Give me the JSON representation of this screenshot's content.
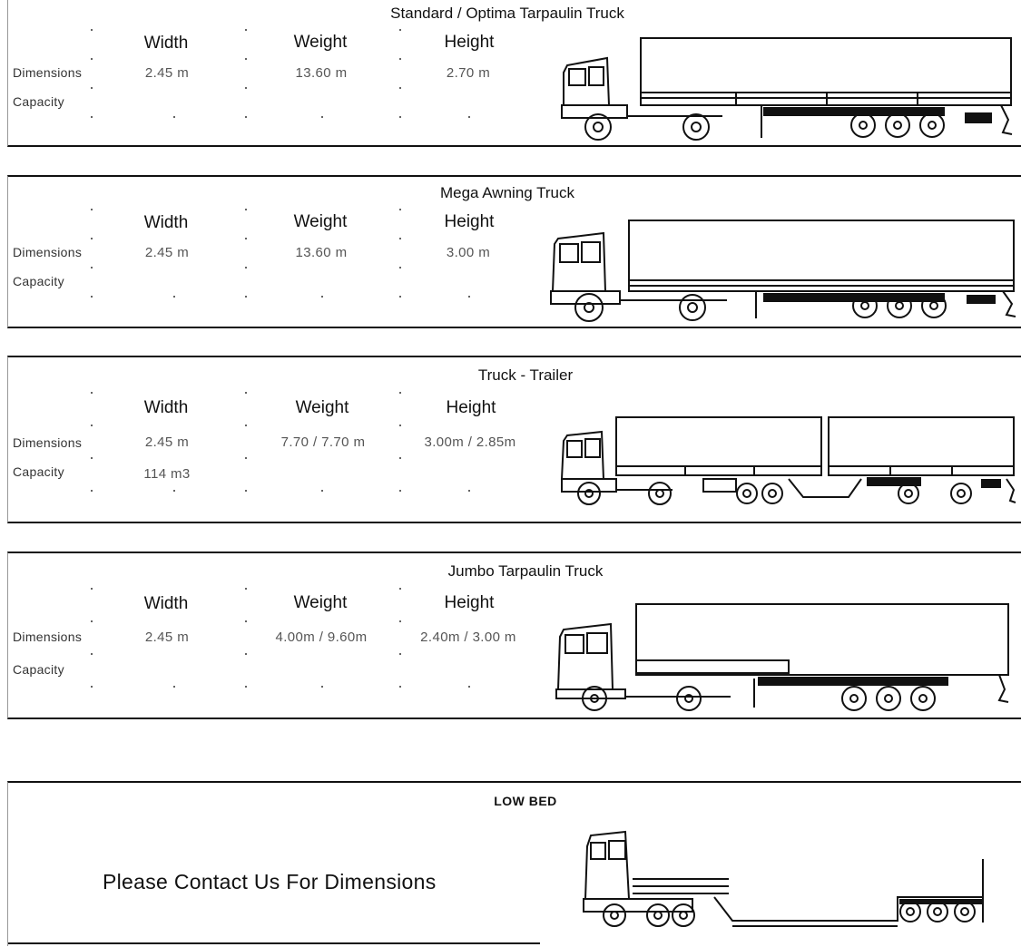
{
  "columns": {
    "width": "Width",
    "weight": "Weight",
    "height": "Height"
  },
  "rows": {
    "dimensions": "Dimensions",
    "capacity": "Capacity"
  },
  "sections": [
    {
      "title": "Standard / Optima Tarpaulin Truck",
      "width": "2.45 m",
      "weight": "13.60 m",
      "height": "2.70 m",
      "capacity": ""
    },
    {
      "title": "Mega Awning Truck",
      "width": "2.45 m",
      "weight": "13.60 m",
      "height": "3.00 m",
      "capacity": ""
    },
    {
      "title": "Truck - Trailer",
      "width": "2.45 m",
      "weight": "7.70 / 7.70 m",
      "height": "3.00m  / 2.85m",
      "capacity": "114 m3"
    },
    {
      "title": "Jumbo Tarpaulin Truck",
      "width": "2.45 m",
      "weight": "4.00m / 9.60m",
      "height": "2.40m / 3.00 m",
      "capacity": ""
    }
  ],
  "lowbed": {
    "title": "LOW BED",
    "message": "Please Contact Us For Dimensions"
  }
}
